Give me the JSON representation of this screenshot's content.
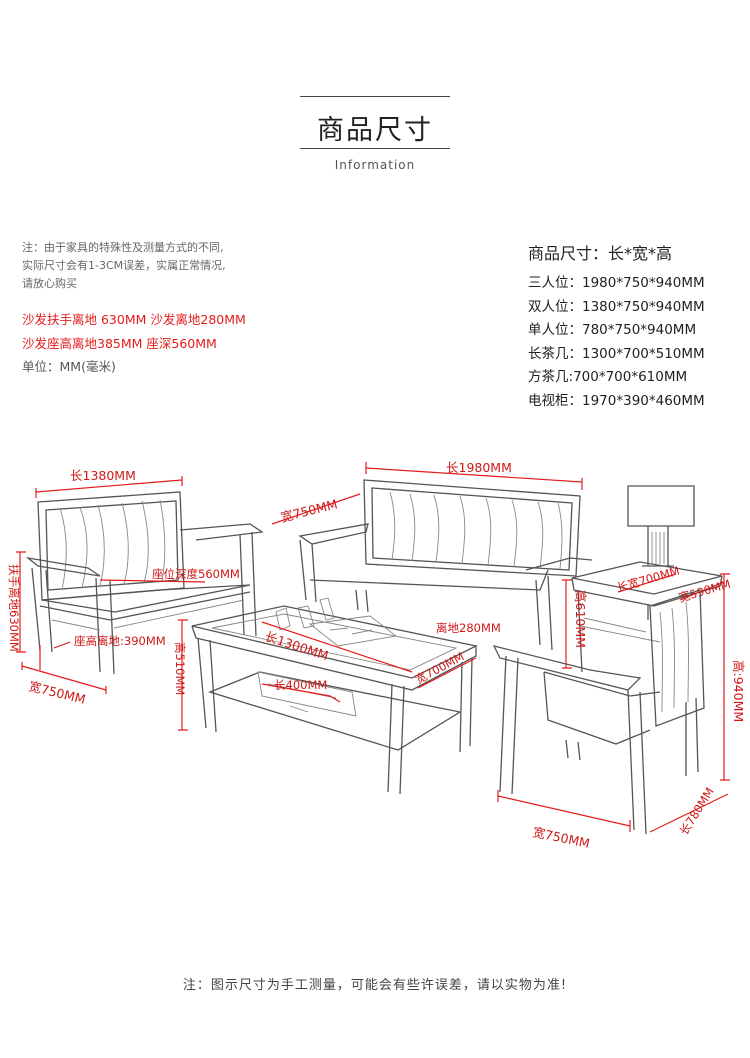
{
  "header": {
    "title": "商品尺寸",
    "subtitle": "Information"
  },
  "notes": {
    "line1": "注：由于家具的特殊性及测量方式的不同,",
    "line2": "实际尺寸会有1-3CM误差，实属正常情况,",
    "line3": "请放心购买"
  },
  "highlights": {
    "line1": "沙发扶手离地 630MM 沙发离地280MM",
    "line2": "沙发座高离地385MM 座深560MM"
  },
  "unit": "单位：MM(毫米)",
  "specs": {
    "heading": "商品尺寸：长*宽*高",
    "items": [
      {
        "name": "三人位：",
        "size": "1980*750*940MM"
      },
      {
        "name": "双人位：",
        "size": "1380*750*940MM"
      },
      {
        "name": "单人位：",
        "size": "780*750*940MM"
      },
      {
        "name": "长茶几：",
        "size": "1300*700*510MM"
      },
      {
        "name": "方茶几:",
        "size": "700*700*610MM"
      },
      {
        "name": "电视柜：",
        "size": "1970*390*460MM"
      }
    ]
  },
  "diagram_labels": {
    "loveseat_length": "长1380MM",
    "sofa3_length": "长1980MM",
    "sofa3_width": "宽750MM",
    "seat_depth": "座位深度560MM",
    "armrest_height": "扶手离地630MM",
    "seat_height": "座高离地:390MM",
    "loveseat_width": "宽750MM",
    "coffee_length": "长1300MM",
    "coffee_width": "宽700MM",
    "coffee_height": "高510MM",
    "drawer_length": "长400MM",
    "ground_clearance": "离地280MM",
    "side_height": "高610MM",
    "side_length": "长宽700MM",
    "side_width": "宽590MM",
    "chair_height": "高:940MM",
    "chair_width": "宽750MM",
    "chair_length": "长780MM"
  },
  "footer": "注：图示尺寸为手工测量，可能会有些许误差，请以实物为准!",
  "colors": {
    "accent_red": "#e41c1c",
    "line_dark": "#444444"
  }
}
